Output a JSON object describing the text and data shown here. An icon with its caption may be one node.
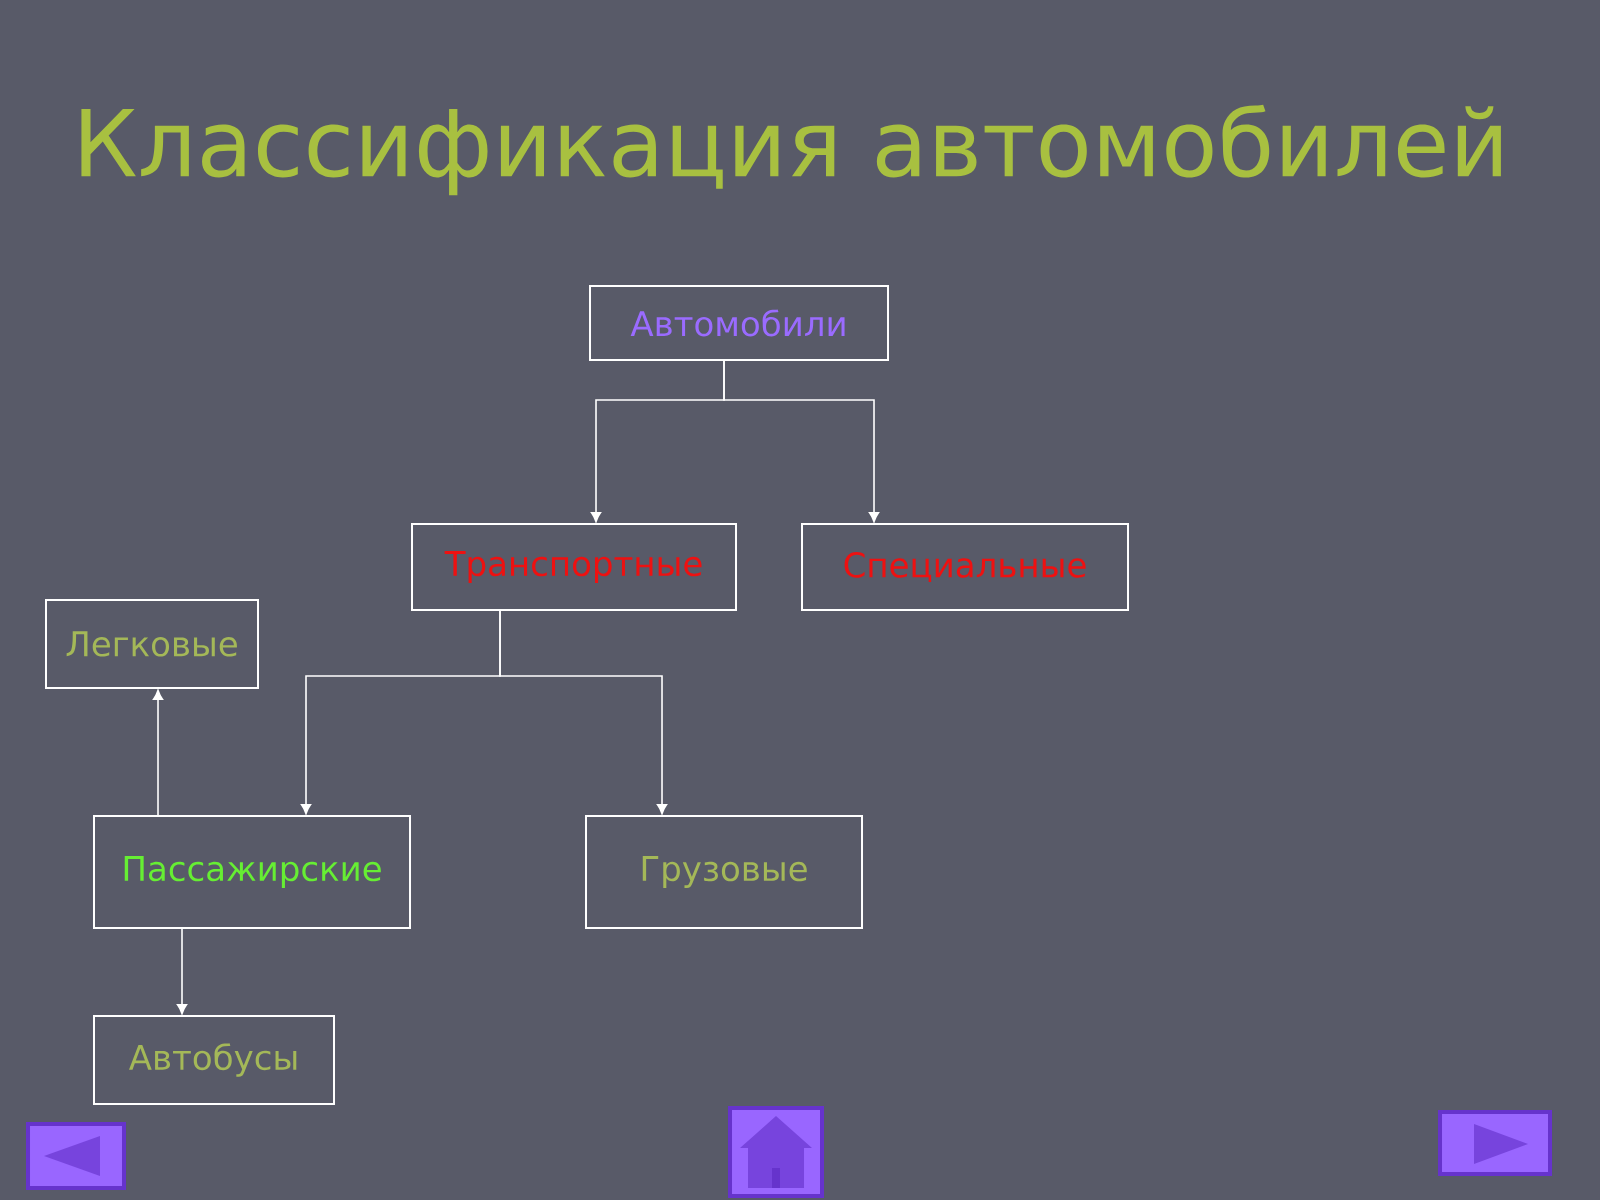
{
  "diagram": {
    "title": "Классификация автомобилей",
    "nodes": [
      {
        "text": [
          "Автомобили"
        ]
      },
      {
        "text": [
          "Транспортные"
        ]
      },
      {
        "text": [
          "Специальные"
        ]
      },
      {
        "text": [
          "Легковые"
        ]
      },
      {
        "text": [
          "Пассажирские"
        ]
      },
      {
        "text": [
          "Грузовые"
        ]
      },
      {
        "text": [
          "Автобусы"
        ]
      }
    ],
    "edges": [
      {
        "from": 0,
        "to": 1,
        "arrow": "to"
      },
      {
        "from": 0,
        "to": 2,
        "arrow": "to"
      },
      {
        "from": 1,
        "to": 4,
        "arrow": "to"
      },
      {
        "from": 1,
        "to": 5,
        "arrow": "to"
      },
      {
        "from": 4,
        "to": 3,
        "arrow": "to"
      },
      {
        "from": 4,
        "to": 6,
        "arrow": "to"
      }
    ]
  }
}
